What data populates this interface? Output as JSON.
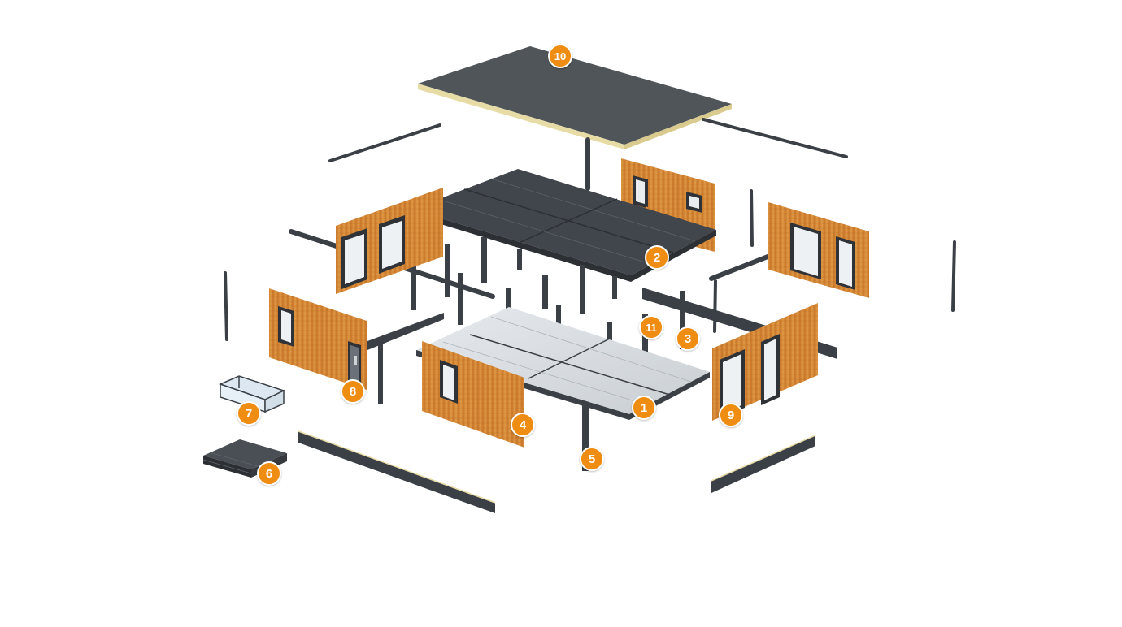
{
  "colors": {
    "callout": "#ef8c12",
    "wood": "#d98a32",
    "steel": "#3b4047",
    "floor": "#d7dce0",
    "roof": "#50555a",
    "insulation": "#e8dca6"
  },
  "callouts": [
    {
      "id": "1",
      "label": "1"
    },
    {
      "id": "2",
      "label": "2"
    },
    {
      "id": "3",
      "label": "3"
    },
    {
      "id": "4",
      "label": "4"
    },
    {
      "id": "5",
      "label": "5"
    },
    {
      "id": "6",
      "label": "6"
    },
    {
      "id": "7",
      "label": "7"
    },
    {
      "id": "8",
      "label": "8"
    },
    {
      "id": "9",
      "label": "9"
    },
    {
      "id": "10",
      "label": "10"
    },
    {
      "id": "11",
      "label": "11"
    }
  ]
}
